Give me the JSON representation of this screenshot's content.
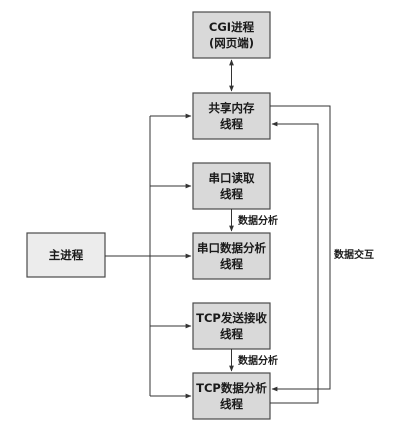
{
  "nodes": {
    "cgi": {
      "line1": "CGI进程",
      "line2": "(网页端)"
    },
    "shm": {
      "line1": "共享内存",
      "line2": "线程"
    },
    "serial_read": {
      "line1": "串口读取",
      "line2": "线程"
    },
    "serial_ana": {
      "line1": "串口数据分析",
      "line2": "线程"
    },
    "main": {
      "line1": "主进程"
    },
    "tcp_recv": {
      "line1": "TCP发送接收",
      "line2": "线程"
    },
    "tcp_ana": {
      "line1": "TCP数据分析",
      "line2": "线程"
    }
  },
  "labels": {
    "serial_data": "数据分析",
    "tcp_data": "数据分析",
    "exchange": "数据交互"
  }
}
